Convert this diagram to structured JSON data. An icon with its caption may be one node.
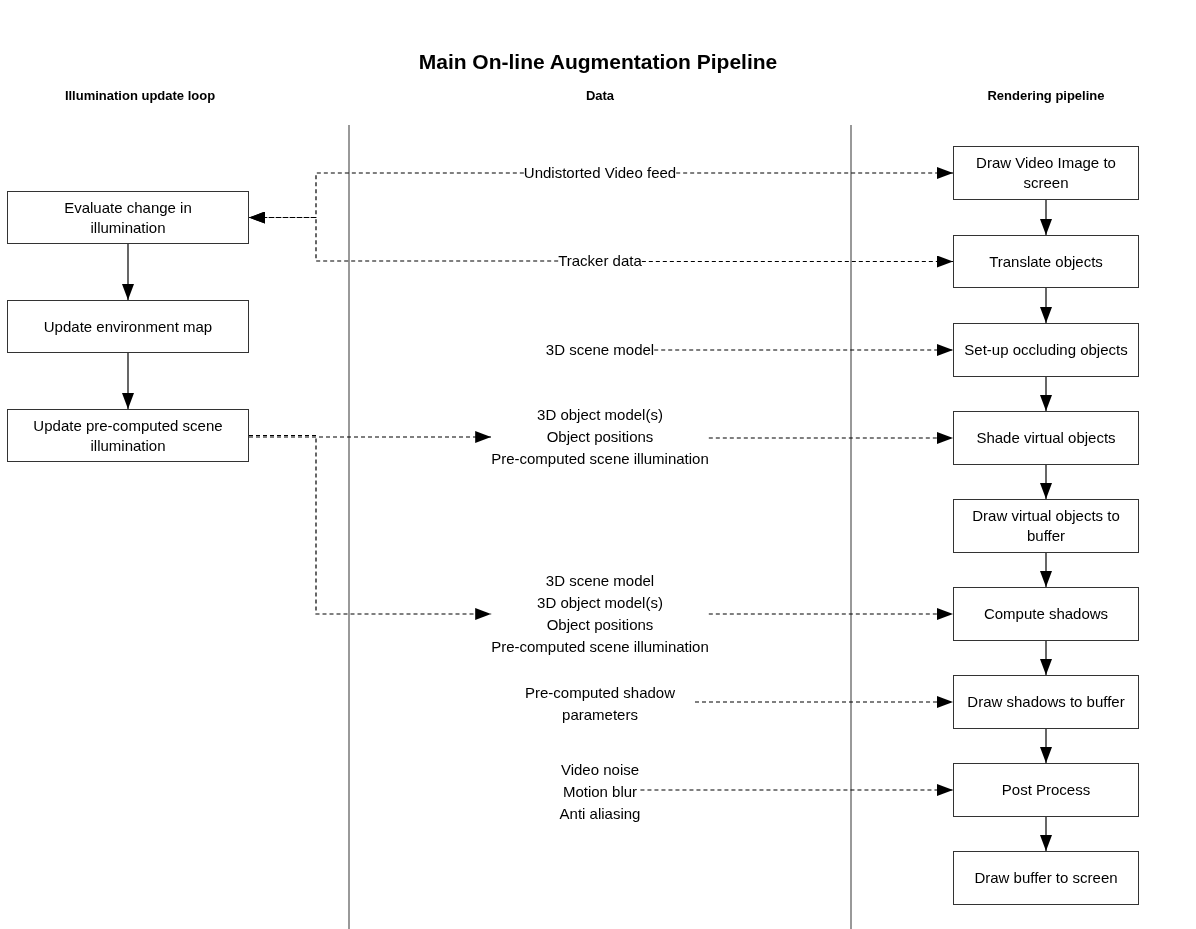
{
  "diagram": {
    "title": "Main On-line Augmentation Pipeline",
    "nodes": [
      {
        "text": [
          "Evaluate change in illumination"
        ]
      },
      {
        "text": [
          "Update environment map"
        ]
      },
      {
        "text": [
          "Update pre-computed scene illumination"
        ]
      },
      {
        "text": [
          "Undistorted Video feed"
        ]
      },
      {
        "text": [
          "Tracker data"
        ]
      },
      {
        "text": [
          "3D scene model"
        ]
      },
      {
        "text": [
          "3D object model(s)",
          "Object positions",
          "Pre-computed scene illumination"
        ]
      },
      {
        "text": [
          "3D scene model",
          "3D object model(s)",
          "Object positions",
          "Pre-computed scene illumination"
        ]
      },
      {
        "text": [
          "Pre-computed shadow parameters"
        ]
      },
      {
        "text": [
          "Video noise",
          "Motion blur",
          "Anti aliasing"
        ]
      },
      {
        "text": [
          "Draw Video Image to screen"
        ]
      },
      {
        "text": [
          "Translate objects"
        ]
      },
      {
        "text": [
          "Set-up occluding objects"
        ]
      },
      {
        "text": [
          "Shade virtual objects"
        ]
      },
      {
        "text": [
          "Draw virtual objects to buffer"
        ]
      },
      {
        "text": [
          "Compute shadows"
        ]
      },
      {
        "text": [
          "Draw shadows to buffer"
        ]
      },
      {
        "text": [
          "Post Process"
        ]
      },
      {
        "text": [
          "Draw buffer to screen"
        ]
      }
    ],
    "edges": [
      {
        "from": 3,
        "to": 0,
        "arrow": "to",
        "style": "dashed"
      },
      {
        "from": 4,
        "to": 0,
        "arrow": "to",
        "style": "dashed"
      },
      {
        "from": 0,
        "to": 1,
        "arrow": "to"
      },
      {
        "from": 1,
        "to": 2,
        "arrow": "to"
      },
      {
        "from": 2,
        "to": 6,
        "arrow": "to",
        "style": "dashed"
      },
      {
        "from": 2,
        "to": 7,
        "arrow": "to",
        "style": "dashed"
      },
      {
        "from": 3,
        "to": 10,
        "arrow": "to",
        "style": "dashed"
      },
      {
        "from": 4,
        "to": 11,
        "arrow": "to",
        "style": "dashed"
      },
      {
        "from": 5,
        "to": 12,
        "arrow": "to",
        "style": "dashed"
      },
      {
        "from": 6,
        "to": 13,
        "arrow": "to",
        "style": "dashed"
      },
      {
        "from": 7,
        "to": 15,
        "arrow": "to",
        "style": "dashed"
      },
      {
        "from": 8,
        "to": 16,
        "arrow": "to",
        "style": "dashed"
      },
      {
        "from": 9,
        "to": 17,
        "arrow": "to",
        "style": "dashed"
      },
      {
        "from": 10,
        "to": 11,
        "arrow": "to"
      },
      {
        "from": 11,
        "to": 12,
        "arrow": "to"
      },
      {
        "from": 12,
        "to": 13,
        "arrow": "to"
      },
      {
        "from": 13,
        "to": 14,
        "arrow": "to"
      },
      {
        "from": 14,
        "to": 15,
        "arrow": "to"
      },
      {
        "from": 15,
        "to": 16,
        "arrow": "to"
      },
      {
        "from": 16,
        "to": 17,
        "arrow": "to"
      },
      {
        "from": 17,
        "to": 18,
        "arrow": "to"
      }
    ],
    "labels": [
      "Illumination update loop",
      "Data",
      "Rendering pipeline"
    ]
  }
}
